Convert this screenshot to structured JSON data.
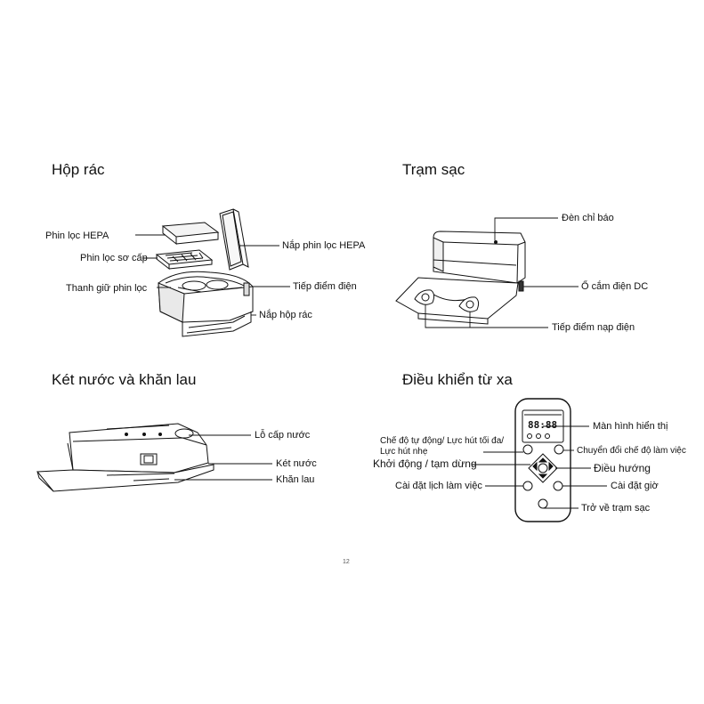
{
  "sections": {
    "dustbin": {
      "title": "Hộp rác",
      "labels": {
        "hepa_filter": "Phin lọc HEPA",
        "pre_filter": "Phin lọc sơ cấp",
        "filter_holder": "Thanh giữ phin lọc",
        "hepa_cover": "Nắp phin lọc HEPA",
        "contact": "Tiếp điểm điện",
        "bin_cover": "Nắp hộp rác"
      }
    },
    "dock": {
      "title": "Trạm sạc",
      "labels": {
        "indicator": "Đèn chỉ báo",
        "dc_socket": "Ổ cắm điện DC",
        "charge_contacts": "Tiếp điểm nạp điện"
      }
    },
    "water_tank": {
      "title": "Két nước và khăn lau",
      "labels": {
        "water_inlet": "Lỗ cấp nước",
        "tank": "Két nước",
        "mop": "Khăn lau"
      }
    },
    "remote": {
      "title": "Điều khiển từ xa",
      "display_text": "88:88",
      "labels": {
        "mode_line1": "Chế độ tự động/ Lực hút tối đa/",
        "mode_line2": "Lực hút nhẹ",
        "start_pause": "Khởi động / tạm dừng",
        "schedule": "Cài đặt lịch làm việc",
        "screen": "Màn hình hiển thị",
        "switch_mode": "Chuyển đổi chế độ làm việc",
        "direction": "Điều hướng",
        "set_time": "Cài đặt giờ",
        "return_dock": "Trở về trạm sạc"
      }
    }
  },
  "page_number": "12"
}
